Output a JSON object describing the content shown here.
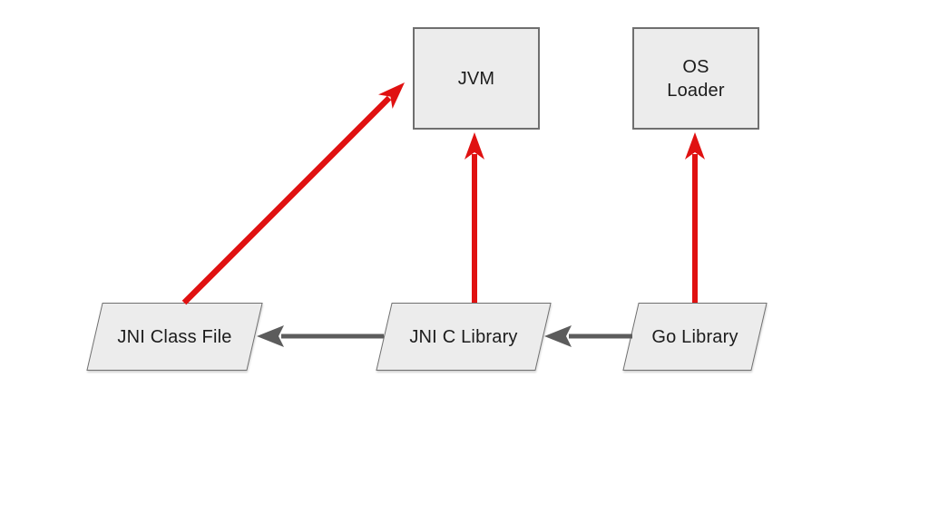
{
  "diagram": {
    "nodes": {
      "jvm": {
        "label": "JVM",
        "shape": "rectangle"
      },
      "os_loader": {
        "label": "OS\nLoader",
        "shape": "rectangle"
      },
      "jni_class_file": {
        "label": "JNI Class File",
        "shape": "parallelogram"
      },
      "jni_c_library": {
        "label": "JNI C Library",
        "shape": "parallelogram"
      },
      "go_library": {
        "label": "Go Library",
        "shape": "parallelogram"
      }
    },
    "edges": [
      {
        "from": "jni_class_file",
        "to": "jvm",
        "color": "red",
        "direction": "diagonal-up"
      },
      {
        "from": "jni_c_library",
        "to": "jvm",
        "color": "red",
        "direction": "up"
      },
      {
        "from": "go_library",
        "to": "os_loader",
        "color": "red",
        "direction": "up"
      },
      {
        "from": "jni_c_library",
        "to": "jni_class_file",
        "color": "gray",
        "direction": "left"
      },
      {
        "from": "go_library",
        "to": "jni_c_library",
        "color": "gray",
        "direction": "left"
      }
    ],
    "colors": {
      "background": "#ffffff",
      "node_fill": "#ececec",
      "node_border": "#6f6f6f",
      "text": "#1c1c1c",
      "arrow_red": "#e01111",
      "arrow_gray": "#5c5c5c"
    }
  }
}
